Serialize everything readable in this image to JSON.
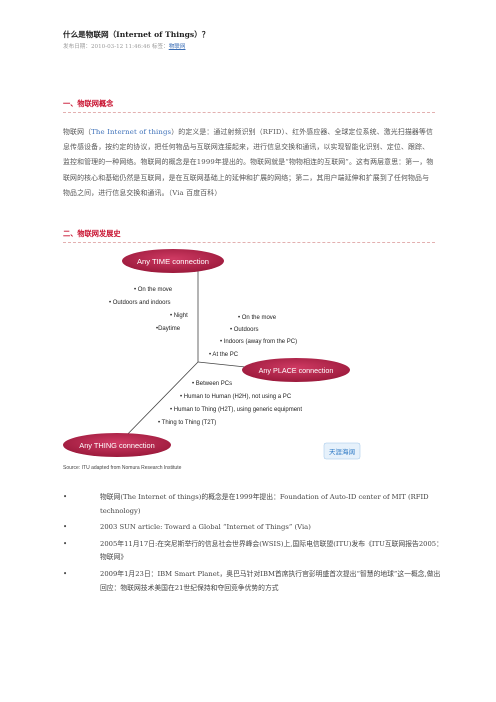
{
  "article": {
    "title": "什么是物联网（Internet of Things）？",
    "meta_prefix": "发布日期：2010-03-12 11:46:46 标签：",
    "meta_tag": "物联网"
  },
  "section1": {
    "heading": "一、物联网概念",
    "para1_a": "物联网（",
    "para1_hl": "The Internet of things",
    "para1_b": "）的定义是：通过射频识别（RFID）、红外感应器、全球定位系统、激光扫描器等信息传感设备，按约定的协议，把任何物品与互联网连接起来，进行信息交换和通讯，以实现智能化识别、定位、跟踪、监控和管理的一种网络。物联网的概念是在1999年提出的。物联网就是“物物相连的互联网”。这有两层意思：第一，物联网的核心和基础仍然是互联网，是在互联网基础上的延伸和扩展的网络；第二，其用户端延伸和扩展到了任何物品与物品之间，进行信息交换和通讯。（Via 百度百科）"
  },
  "section2": {
    "heading": "二、物联网发展史"
  },
  "diagram": {
    "time_label": "Any TIME connection",
    "place_label": "Any PLACE connection",
    "thing_label": "Any THING connection",
    "time_items": [
      "• On the move",
      "• Outdoors and indoors",
      "• Night",
      "•Daytime"
    ],
    "place_items": [
      "• On the move",
      "• Outdoors",
      "• Indoors (away from the PC)",
      "• At the PC"
    ],
    "thing_items": [
      "• Between PCs",
      "• Human to Human (H2H), not using a PC",
      "• Human to Thing (H2T), using generic equipment",
      "• Thing to Thing (T2T)"
    ],
    "source": "Source: ITU adapted from Nomura Research Institute",
    "watermark": "天涯海阔",
    "ellipse_color": "#b5244b"
  },
  "history": [
    "物联网(The Internet of things)的概念是在1999年提出：Foundation of Auto-ID center of MIT (RFID technology)",
    "2003 SUN article: Toward a Global “Internet of Things” (Via)",
    "2005年11月17日:在突尼斯举行的信息社会世界峰会(WSIS)上,国际电信联盟(ITU)发布《ITU互联网报告2005：物联网》",
    "2009年1月23日：IBM Smart Planet，奥巴马针对IBM首席执行官彭明盛首次提出“智慧的地球”这一概念,做出回应：物联网技术美国在21世纪保持和夺回竞争优势的方式"
  ]
}
